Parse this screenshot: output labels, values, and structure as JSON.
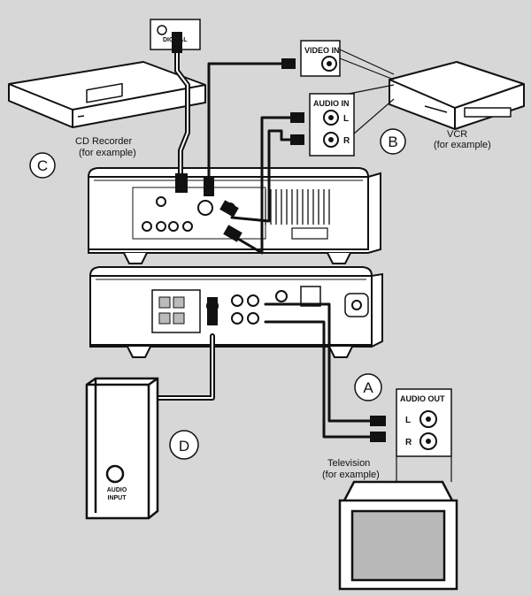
{
  "labels": {
    "digital": "DIGITAL",
    "video_in": "VIDEO IN",
    "audio_in": "AUDIO IN",
    "audio_out": "AUDIO OUT",
    "ch_l": "L",
    "ch_r": "R",
    "cd_recorder_name": "CD Recorder",
    "cd_recorder_note": "(for example)",
    "vcr_name": "VCR",
    "vcr_note": "(for example)",
    "tv_name": "Television",
    "tv_note": "(for example)",
    "sub_input_line1": "AUDIO",
    "sub_input_line2": "INPUT",
    "marker_a": "A",
    "marker_b": "B",
    "marker_c": "C",
    "marker_d": "D"
  },
  "colors": {
    "background": "#d7d7d7",
    "outline": "#111111",
    "device_fill": "#ffffff",
    "cable": "#111111",
    "cable_highlight": "#ffffff"
  }
}
